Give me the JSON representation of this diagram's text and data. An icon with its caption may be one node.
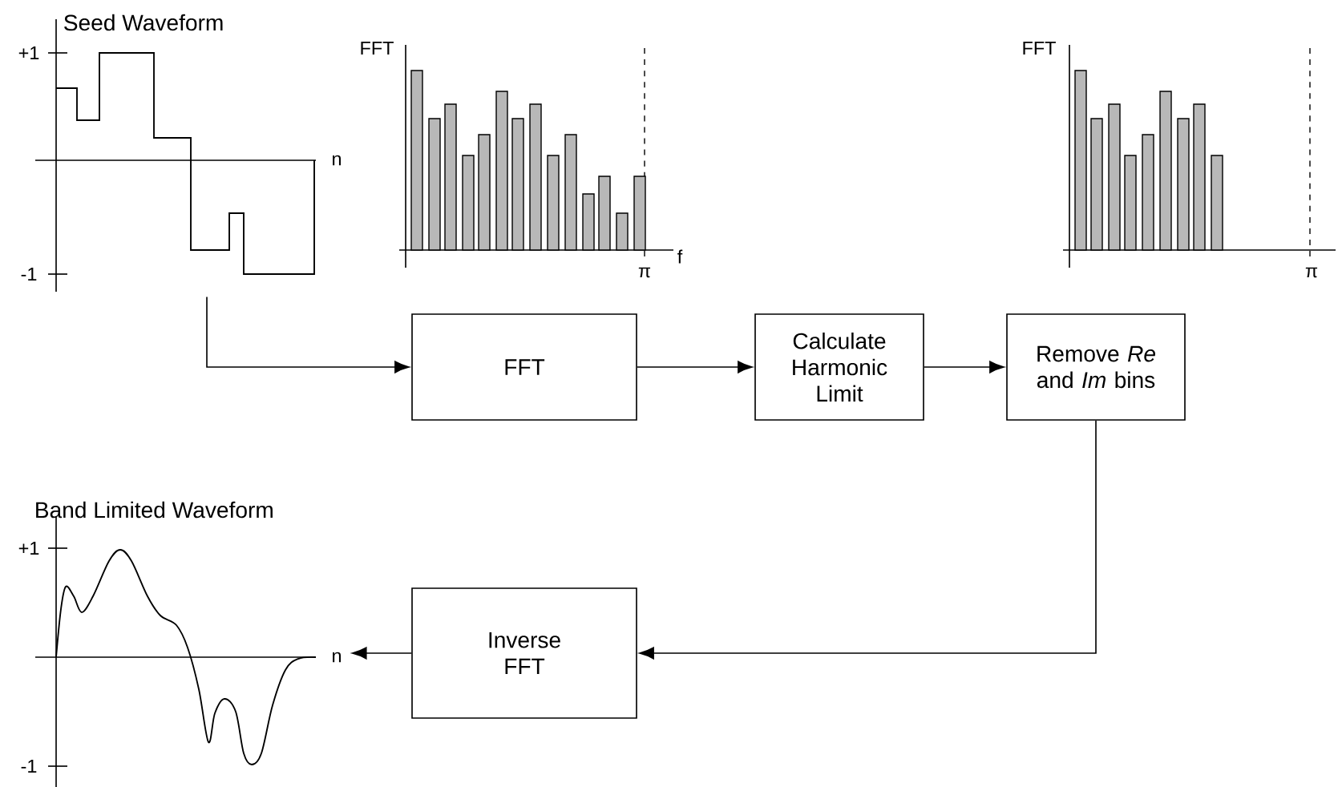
{
  "diagram": {
    "nodes": [
      {
        "text": [
          "Seed Waveform"
        ]
      },
      {
        "text": [
          "FFT"
        ]
      },
      {
        "text": [
          "Calculate Harmonic Limit"
        ]
      },
      {
        "text": [
          "Remove *Re* and *Im* bins"
        ]
      },
      {
        "text": [
          "Inverse FFT"
        ]
      },
      {
        "text": [
          "Band Limited Waveform"
        ]
      }
    ],
    "edges": [
      {
        "from": 0,
        "to": 1,
        "arrow": "to"
      },
      {
        "from": 1,
        "to": 2,
        "arrow": "to"
      },
      {
        "from": 2,
        "to": 3,
        "arrow": "to"
      },
      {
        "from": 3,
        "to": 4,
        "arrow": "to"
      },
      {
        "from": 4,
        "to": 5,
        "arrow": "to"
      }
    ],
    "labels": [
      "+1",
      "n",
      "-1",
      "FFT",
      "f",
      "π",
      "FFT",
      "π",
      "+1",
      "n",
      "-1"
    ]
  }
}
